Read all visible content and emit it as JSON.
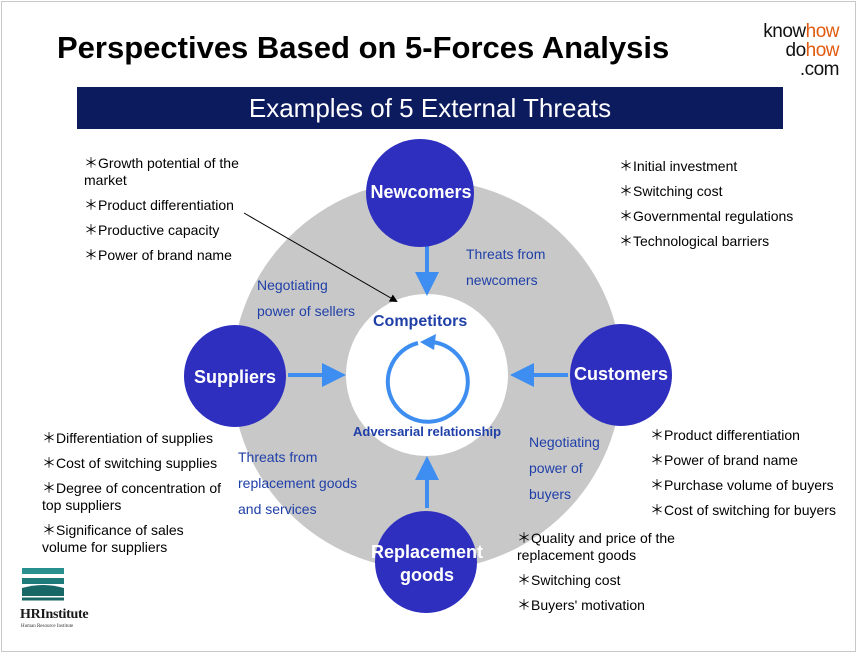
{
  "title": "Perspectives Based on 5-Forces Analysis",
  "logo": {
    "line1_a": "know",
    "line1_b": "how",
    "line2_a": "do",
    "line2_b": "how",
    "line3": ".com"
  },
  "banner": "Examples of 5 External Threats",
  "nodes": {
    "newcomers": "Newcomers",
    "suppliers": "Suppliers",
    "customers": "Customers",
    "replacement_line1": "Replacement",
    "replacement_line2": "goods"
  },
  "center": {
    "title": "Competitors",
    "subtitle": "Adversarial relationship"
  },
  "flows": {
    "threats_newcomers_1": "Threats from",
    "threats_newcomers_2": "newcomers",
    "sellers_1": "Negotiating",
    "sellers_2": "power of sellers",
    "buyers_1": "Negotiating",
    "buyers_2": "power of",
    "buyers_3": "buyers",
    "replacement_1": "Threats from",
    "replacement_2": "replacement goods",
    "replacement_3": "and services"
  },
  "lists": {
    "top_left": [
      "＊Growth potential of the market",
      "＊Product differentiation",
      "＊Productive capacity",
      "＊Power of brand name"
    ],
    "top_right": [
      "＊Initial investment",
      "＊Switching cost",
      "＊Governmental regulations",
      "＊Technological barriers"
    ],
    "bottom_left": [
      "＊Differentiation of supplies",
      "＊Cost of switching supplies",
      "＊Degree of concentration of top suppliers",
      "＊Significance of sales volume for suppliers"
    ],
    "bottom_right_mid": [
      "＊Product differentiation",
      "＊Power of brand name",
      "＊Purchase volume of buyers",
      "＊Cost of switching for buyers"
    ],
    "bottom_right": [
      "＊Quality and price of the replacement goods",
      "＊Switching cost",
      "＊Buyers' motivation"
    ]
  },
  "footer_logo": {
    "name": "HRInstitute",
    "sub": "Human Resource Institute"
  },
  "colors": {
    "node": "#2f2fbf",
    "arrow": "#3d8ef0",
    "ring": "#c8c8c8",
    "banner": "#0c1a5e",
    "label": "#1f3fa8"
  }
}
